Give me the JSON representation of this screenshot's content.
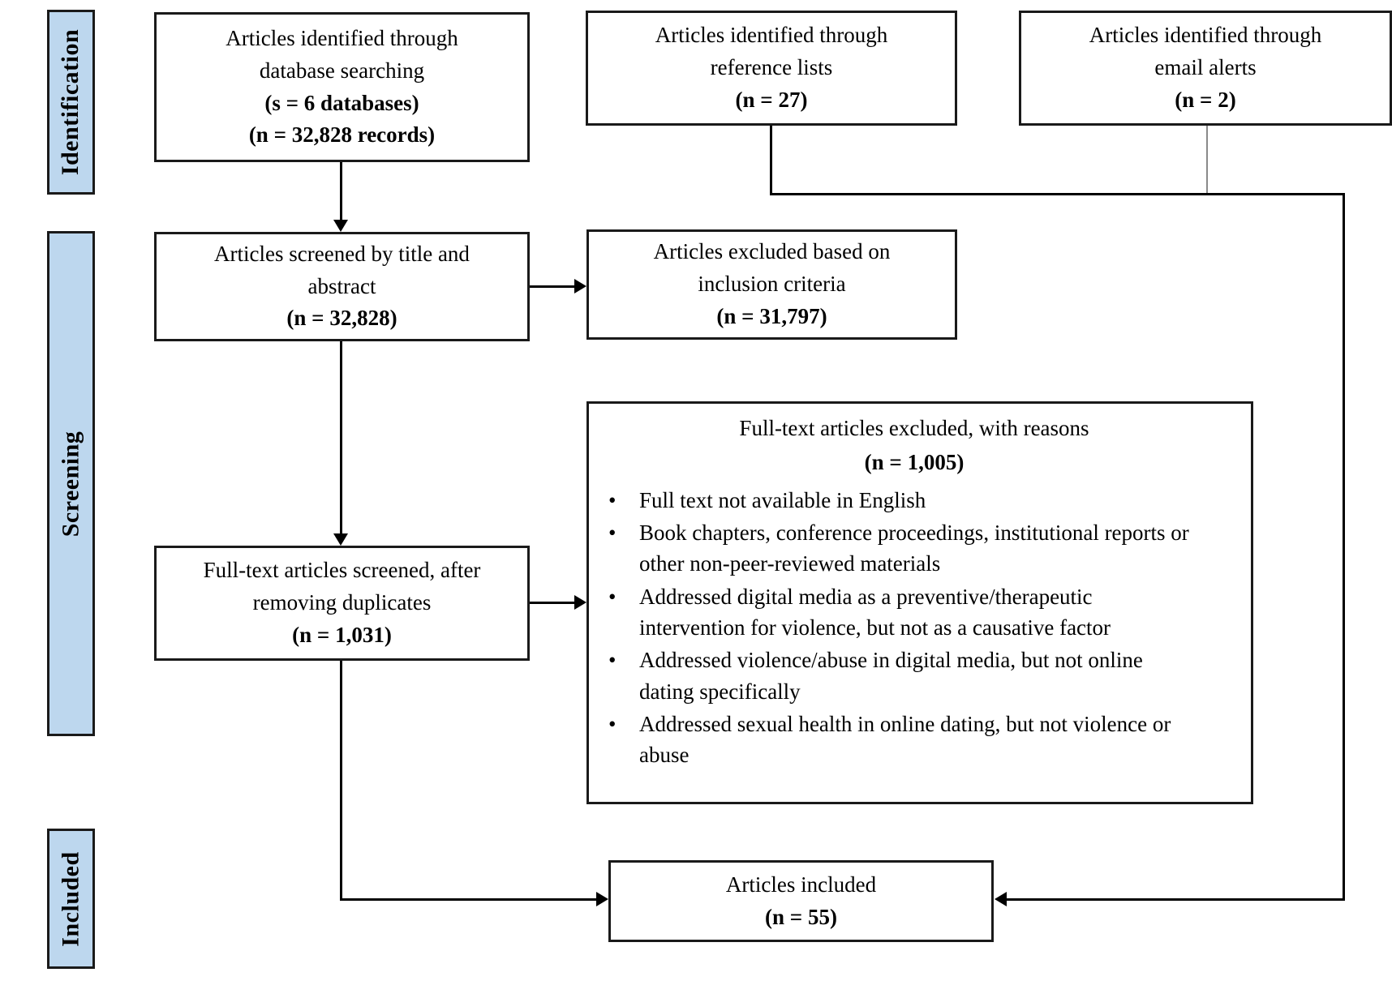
{
  "sidebar": {
    "identification": "Identification",
    "screening": "Screening",
    "included": "Included"
  },
  "boxes": {
    "identified_db": {
      "line1": "Articles identified through",
      "line2": "database searching",
      "line3": "(s = 6 databases)",
      "line4": "(n = 32,828 records)"
    },
    "identified_refs": {
      "line1": "Articles identified through",
      "line2": "reference lists",
      "line3": "(n = 27)"
    },
    "identified_email": {
      "line1": "Articles identified through",
      "line2": "email alerts",
      "line3": "(n = 2)"
    },
    "screened_title_abstract": {
      "line1": "Articles screened by title and",
      "line2": "abstract",
      "line3": "(n = 32,828)"
    },
    "excluded_inclusion": {
      "line1": "Articles excluded based on",
      "line2": "inclusion criteria",
      "line3": "(n = 31,797)"
    },
    "fulltext_screened": {
      "line1": "Full-text articles screened, after",
      "line2": "removing duplicates",
      "line3": "(n = 1,031)"
    },
    "fulltext_excluded": {
      "title": "Full-text articles excluded, with reasons",
      "count": "(n = 1,005)",
      "reasons": [
        "Full text not available in English",
        "Book chapters, conference proceedings, institutional reports or other non-peer-reviewed materials",
        "Addressed digital media as a preventive/therapeutic intervention for violence, but not as a causative factor",
        "Addressed violence/abuse in digital media, but not online dating specifically",
        "Addressed sexual health in online dating, but not violence or abuse"
      ]
    },
    "included": {
      "line1": "Articles included",
      "line2": "(n = 55)"
    }
  },
  "colors": {
    "stage": "#bdd7ee",
    "border": "#1a1a1a",
    "line": "#000000",
    "line_light": "#8a8a8a",
    "bg": "#ffffff"
  }
}
